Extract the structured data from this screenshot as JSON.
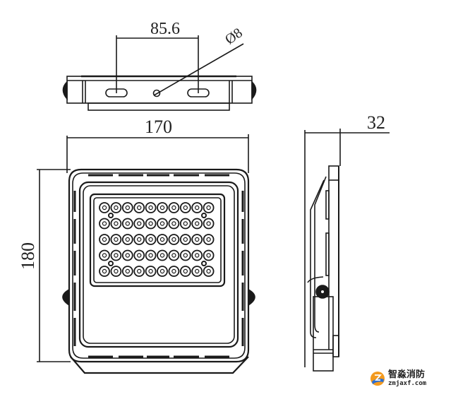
{
  "dimensions": {
    "hole_spacing": "85.6",
    "hole_diameter": "Ø8",
    "width": "170",
    "height": "180",
    "depth": "32"
  },
  "views": {
    "top": "top-view",
    "front": "front-view",
    "side": "side-view"
  },
  "led_array": {
    "rows": 5,
    "columns": 10
  },
  "watermark": {
    "name": "智淼消防",
    "url": "zmjaxf.com",
    "logo_colors": [
      "#f39a1e",
      "#2a6fd6"
    ]
  }
}
